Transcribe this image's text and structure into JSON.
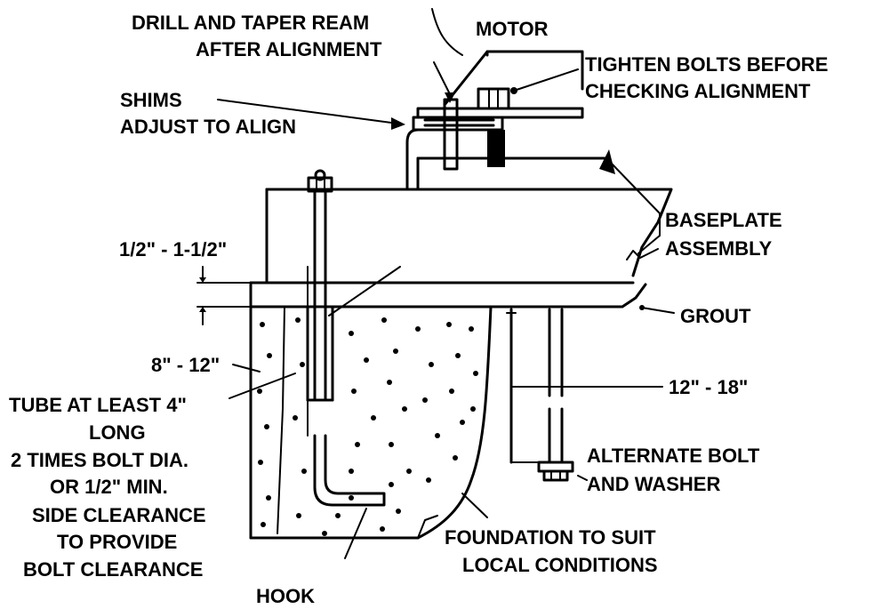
{
  "labels": {
    "drill_line1": "DRILL AND TAPER REAM",
    "drill_line2": "AFTER ALIGNMENT",
    "motor": "MOTOR",
    "tighten_line1": "TIGHTEN BOLTS BEFORE",
    "tighten_line2": "CHECKING ALIGNMENT",
    "shims_line1": "SHIMS",
    "shims_line2": "ADJUST TO ALIGN",
    "baseplate_line1": "BASEPLATE",
    "baseplate_line2": "ASSEMBLY",
    "grout_gap": "1/2\" - 1-1/2\"",
    "grout": "GROUT",
    "depth": "8\" - 12\"",
    "bolt_length": "12\" - 18\"",
    "tube_line1": "TUBE AT LEAST 4\"",
    "tube_line2": "LONG",
    "tube_line3": "2 TIMES BOLT DIA.",
    "tube_line4": "OR 1/2\" MIN.",
    "tube_line5": "SIDE CLEARANCE",
    "tube_line6": "TO PROVIDE",
    "tube_line7": "BOLT CLEARANCE",
    "alt_line1": "ALTERNATE BOLT",
    "alt_line2": "AND WASHER",
    "foundation_line1": "FOUNDATION TO SUIT",
    "foundation_line2": "LOCAL CONDITIONS",
    "hook": "HOOK"
  }
}
